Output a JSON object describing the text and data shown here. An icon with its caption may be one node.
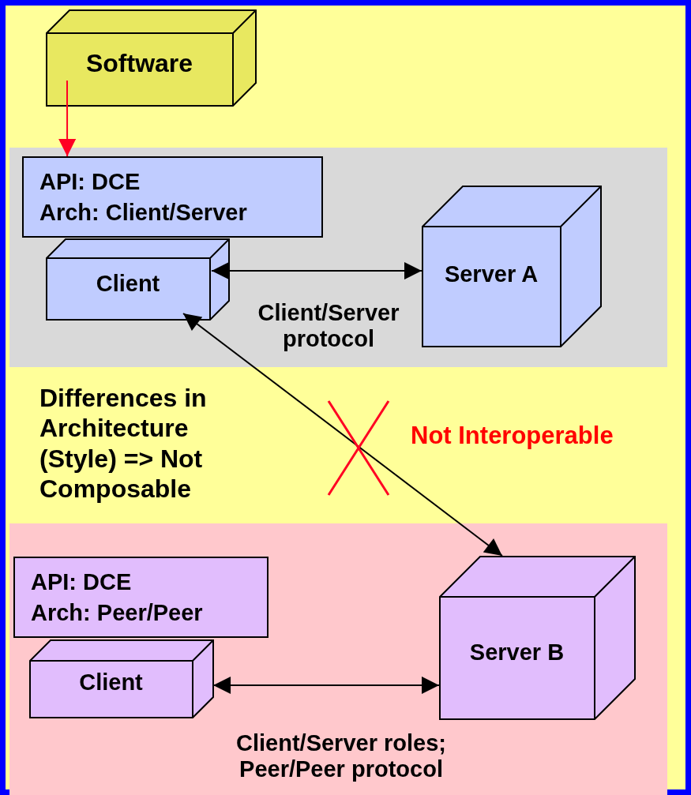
{
  "diagram": {
    "nodes": [
      {
        "text": [
          "Software"
        ]
      },
      {
        "text": [],
        "shape": "box"
      },
      {
        "text": [
          "API: DCE",
          "Arch: Client/Server"
        ],
        "in": 1
      },
      {
        "text": [
          "Client"
        ],
        "in": 1
      },
      {
        "text": [
          "Server A"
        ],
        "in": 1
      },
      {
        "text": [],
        "shape": "box"
      },
      {
        "text": [
          "API: DCE",
          "Arch: Peer/Peer"
        ],
        "in": 5
      },
      {
        "text": [
          "Client"
        ],
        "in": 5
      },
      {
        "text": [
          "Server B"
        ],
        "in": 5
      }
    ],
    "edges": [
      {
        "from": 0,
        "to": 2,
        "arrow": "to",
        "color": "#ff0022"
      },
      {
        "from": 3,
        "to": 4,
        "arrow": "both",
        "label": "Client/Server protocol"
      },
      {
        "from": 3,
        "to": 8,
        "arrow": "both"
      },
      {
        "from": 7,
        "to": 8,
        "arrow": "both",
        "label": "Client/Server roles; Peer/Peer protocol"
      }
    ],
    "labels": [
      "Differences in Architecture (Style) => Not Composable",
      "Not Interoperable"
    ]
  }
}
